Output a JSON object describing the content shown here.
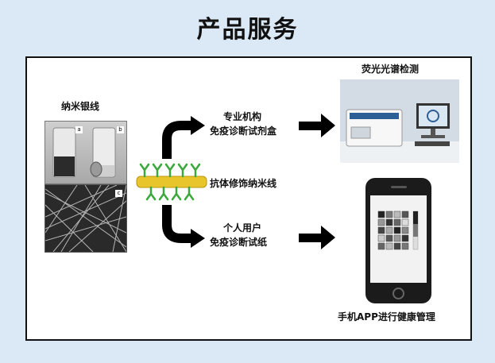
{
  "title": "产品服务",
  "labels": {
    "nanowire": "纳米银线",
    "kit_line1": "专业机构",
    "kit_line2": "免疫诊断试剂盒",
    "antibody": "抗体修饰纳米线",
    "personal_line1": "个人用户",
    "personal_line2": "免疫诊断试纸",
    "fluorescence": "荧光光谱检测",
    "app": "手机APP进行健康管理"
  },
  "photo_tags": [
    "a",
    "b",
    "c"
  ],
  "colors": {
    "background": "#dbe9f6",
    "rod": "#e8c52a",
    "antibody": "#3aa83a",
    "arrow": "#000000"
  }
}
